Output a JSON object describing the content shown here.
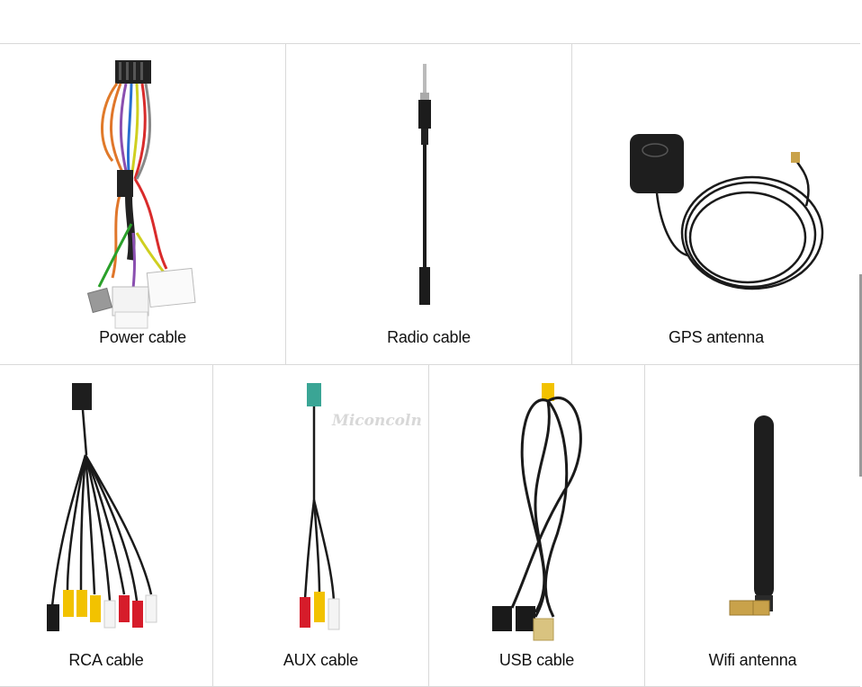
{
  "items": [
    {
      "label": "Power cable"
    },
    {
      "label": "Radio cable"
    },
    {
      "label": "GPS antenna"
    },
    {
      "label": "RCA cable"
    },
    {
      "label": "AUX cable"
    },
    {
      "label": "USB cable"
    },
    {
      "label": "Wifi antenna"
    }
  ],
  "watermark": "Miconcoln",
  "colors": {
    "border": "#d9d9d9",
    "text": "#111111",
    "cable": "#1a1a1a",
    "rca_yellow": "#f2c200",
    "rca_red": "#d61c2a",
    "rca_white": "#f4f4f4",
    "aux_green": "#3aa595"
  },
  "icons": [
    "power-harness-image",
    "radio-antenna-cable-image",
    "gps-antenna-image",
    "rca-cable-image",
    "aux-cable-image",
    "usb-cable-image",
    "wifi-antenna-image"
  ]
}
